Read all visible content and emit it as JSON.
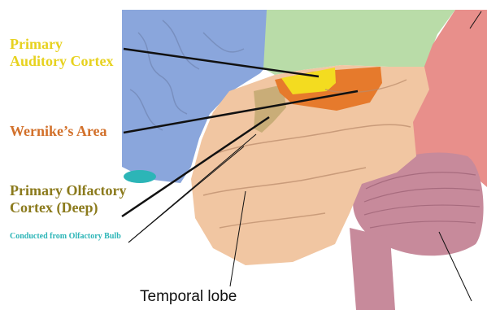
{
  "diagram": {
    "labels": {
      "auditory_line1": "Primary",
      "auditory_line2": "Auditory Cortex",
      "wernicke": "Wernike’s Area",
      "olfactory_line1": "Primary Olfactory",
      "olfactory_line2": "Cortex (Deep)",
      "olfactory_note": "Conducted from Olfactory Bulb",
      "temporal": "Temporal lobe"
    },
    "colors": {
      "auditory": "#e7d21f",
      "wernicke": "#d2702a",
      "olfactory": "#8b7a1c",
      "note": "#2cb5b7",
      "frontal": "#8aa6dc",
      "parietal": "#b9dca8",
      "occipital": "#e88f8b",
      "temporal": "#f1c6a2",
      "cerebellum": "#c78a9b",
      "region_auditory": "#f3dc20",
      "region_wernicke": "#e67a2c",
      "region_olfactory": "#c9ad78",
      "pointer": "#111111"
    }
  }
}
